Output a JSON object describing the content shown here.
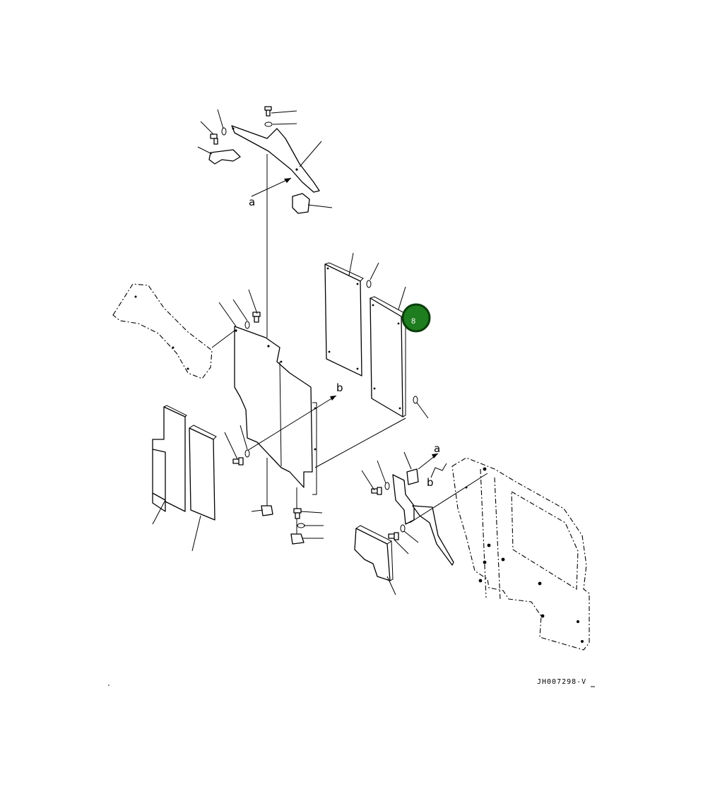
{
  "diagram": {
    "drawing_code": "JH007298-V",
    "ref_labels": {
      "a_top": "a",
      "a_bottom": "a",
      "b_mid": "b",
      "b_bottom": "b"
    },
    "callout": {
      "number": "8",
      "color": "#1e7d1e",
      "ring_color": "#0b3d0b"
    }
  }
}
